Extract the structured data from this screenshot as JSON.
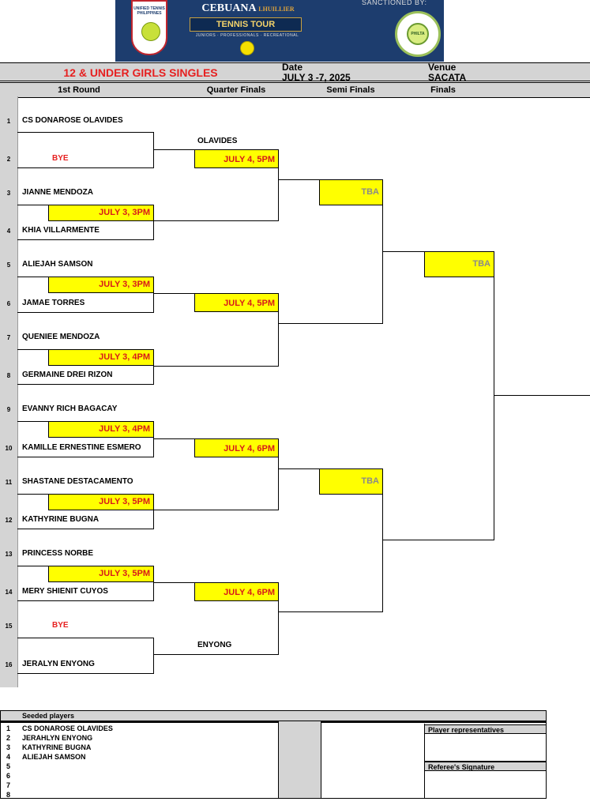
{
  "header": {
    "utp_logo_text": "UNIFIED TENNIS PHILIPPINES",
    "brand": "CEBUANA",
    "brand_sub": "LHUILLIER",
    "tour": "TENNIS TOUR",
    "tagline": "JUNIORS · PROFESSIONALS · RECREATIONAL",
    "sanctioned": "SANCTIONED BY:",
    "philta": "PHILTA"
  },
  "event": {
    "title": "12 & UNDER GIRLS SINGLES",
    "date_label": "Date",
    "date_value": "JULY 3 -7, 2025",
    "venue_label": "Venue",
    "venue_value": "SACATA"
  },
  "rounds": [
    "1st Round",
    "Quarter Finals",
    "Semi Finals",
    "Finals"
  ],
  "draw": [
    {
      "num": "1",
      "name": "CS DONAROSE OLAVIDES"
    },
    {
      "num": "2",
      "name": "BYE"
    },
    {
      "num": "3",
      "name": "JIANNE MENDOZA"
    },
    {
      "num": "4",
      "name": "KHIA VILLARMENTE"
    },
    {
      "num": "5",
      "name": "ALIEJAH SAMSON"
    },
    {
      "num": "6",
      "name": "JAMAE TORRES"
    },
    {
      "num": "7",
      "name": "QUENIEE MENDOZA"
    },
    {
      "num": "8",
      "name": "GERMAINE DREI RIZON"
    },
    {
      "num": "9",
      "name": "EVANNY RICH BAGACAY"
    },
    {
      "num": "10",
      "name": "KAMILLE ERNESTINE ESMERO"
    },
    {
      "num": "11",
      "name": "SHASTANE DESTACAMENTO"
    },
    {
      "num": "12",
      "name": "KATHYRINE BUGNA"
    },
    {
      "num": "13",
      "name": "PRINCESS NORBE"
    },
    {
      "num": "14",
      "name": "MERY SHIENIT CUYOS"
    },
    {
      "num": "15",
      "name": "BYE"
    },
    {
      "num": "16",
      "name": "JERALYN ENYONG"
    }
  ],
  "first_round": {
    "m2": "JULY 3, 3PM",
    "m3": "JULY 3, 3PM",
    "m4": "JULY 3, 4PM",
    "m5": "JULY 3, 4PM",
    "m6": "JULY 3, 5PM",
    "m7": "JULY 3, 5PM",
    "w1": "OLAVIDES",
    "w8": "ENYONG"
  },
  "quarter_finals": {
    "q1": "JULY 4, 5PM",
    "q2": "JULY 4, 5PM",
    "q3": "JULY 4, 6PM",
    "q4": "JULY 4, 6PM"
  },
  "semi_finals": {
    "s1": "TBA",
    "s2": "TBA"
  },
  "finals": {
    "f1": "TBA"
  },
  "seeded": {
    "title": "Seeded players",
    "players": [
      {
        "num": "1",
        "name": "CS DONAROSE OLAVIDES"
      },
      {
        "num": "2",
        "name": "JERAHLYN ENYONG"
      },
      {
        "num": "3",
        "name": "KATHYRINE BUGNA"
      },
      {
        "num": "4",
        "name": "ALIEJAH SAMSON"
      },
      {
        "num": "5",
        "name": ""
      },
      {
        "num": "6",
        "name": ""
      },
      {
        "num": "7",
        "name": ""
      },
      {
        "num": "8",
        "name": ""
      }
    ],
    "player_reps": "Player representatives",
    "referee": "Referee's Signature"
  },
  "colors": {
    "accent_red": "#e62020",
    "highlight": "#ffff00",
    "banner": "#1d3d6e",
    "header_gray": "#d4d4d4"
  }
}
